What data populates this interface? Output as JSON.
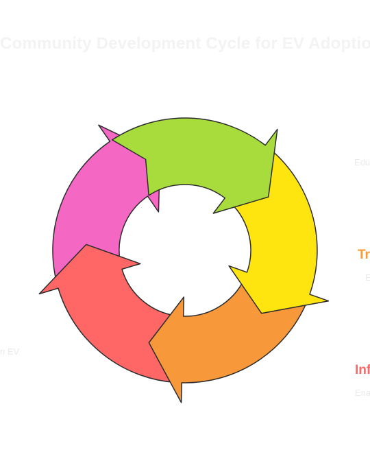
{
  "title": "Community Development Cycle for EV Adoption",
  "stages": [
    {
      "key": "green",
      "color": "#a8dc3c"
    },
    {
      "key": "yellow",
      "color": "#ffe510"
    },
    {
      "key": "orange",
      "color": "#f7983a"
    },
    {
      "key": "red",
      "color": "#ff6767"
    },
    {
      "key": "pink",
      "color": "#f467c3"
    }
  ],
  "side_labels": {
    "right_top_desc": "Edu",
    "right_mid_title": "Tr",
    "right_mid_desc": "E",
    "right_bottom_title": "Inf",
    "right_bottom_desc": "Ena",
    "left_bottom_desc": "n EV"
  },
  "colors": {
    "outline": "#2b2b2b",
    "title": "#f3f3f3",
    "orange_label": "#f7983a",
    "red_label": "#ff6767"
  }
}
